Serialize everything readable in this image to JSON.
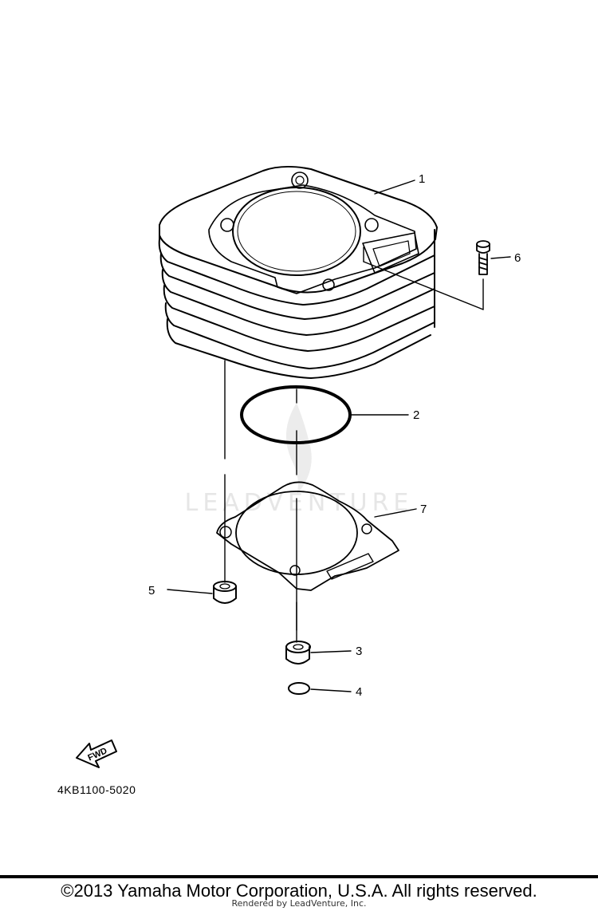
{
  "watermark": {
    "text": "LEADVENTURE"
  },
  "callouts": [
    {
      "id": "1",
      "label": "1"
    },
    {
      "id": "2",
      "label": "2"
    },
    {
      "id": "3",
      "label": "3"
    },
    {
      "id": "4",
      "label": "4"
    },
    {
      "id": "5",
      "label": "5"
    },
    {
      "id": "6",
      "label": "6"
    },
    {
      "id": "7",
      "label": "7"
    }
  ],
  "fwd_label": "FWD",
  "part_code": "4KB1100-5020",
  "footer": {
    "copyright": "©2013 Yamaha Motor Corporation, U.S.A. All rights reserved.",
    "render_credit": "Rendered by LeadVenture, Inc."
  },
  "colors": {
    "ink": "#000000",
    "watermark": "#e6e6e6",
    "background": "#ffffff"
  }
}
